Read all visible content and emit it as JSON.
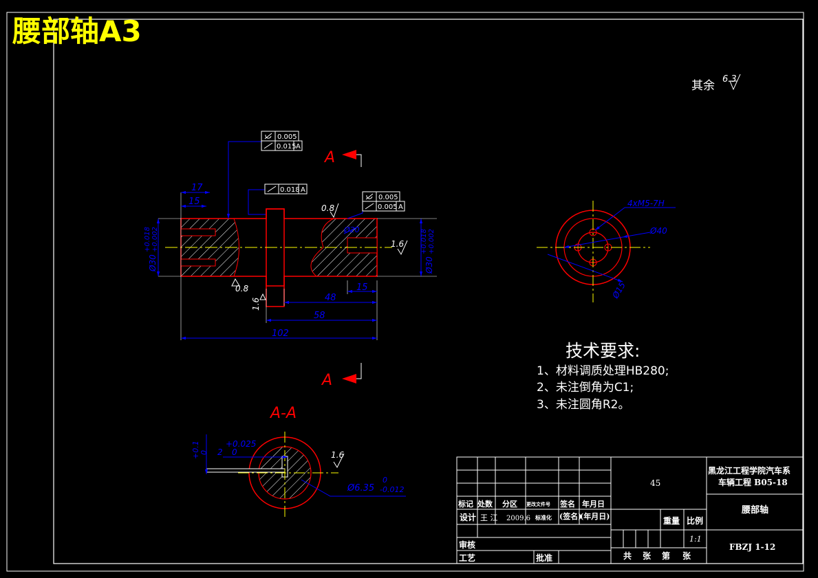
{
  "title": "腰部轴A3",
  "surface_finish_default": {
    "label": "其余",
    "value": "6.3"
  },
  "section_marks": {
    "letter": "A",
    "section_title": "A-A"
  },
  "colors": {
    "outline": "#ff0000",
    "dimension": "#0000ff",
    "text": "#ffffff",
    "center": "#ffff00",
    "title": "#ffff00"
  },
  "tolerances": {
    "left_frame": {
      "row1_value": "0.005",
      "row2_value": "0.015",
      "row2_datum": "A"
    },
    "middle_frame": {
      "value": "0.018",
      "datum": "A"
    },
    "right_frame": {
      "row1_value": "0.005",
      "row2_value": "0.005",
      "row2_datum": "A"
    }
  },
  "dimensions": {
    "d17": "17",
    "d15_left": "15",
    "d48": "48",
    "d58": "58",
    "d102": "102",
    "d15_right": "15",
    "dia_left": "Ø30",
    "dia_left_upper": "+0.018",
    "dia_left_lower": "+0.002",
    "dia_right": "Ø30",
    "dia_right_upper": "+0.018",
    "dia_right_lower": "+0.002",
    "roughness_0_8_top": "0.8",
    "roughness_0_8_bottom": "0.8",
    "roughness_1_6_bottom": "1.6",
    "roughness_1_6_right": "1.6",
    "bore_label": "Ø20"
  },
  "end_view": {
    "thread": "4xM5-7H",
    "dia40": "Ø40",
    "dia15": "Ø15"
  },
  "section_view": {
    "tol_upper": "+0.1",
    "tol_lower": "0",
    "key_upper": "+0.025",
    "key_lower": "0",
    "key_size": "2",
    "roughness": "1.6",
    "pin_dia": "Ø6.35",
    "pin_upper": "0",
    "pin_lower": "-0.012"
  },
  "tech_req": {
    "heading": "技术要求:",
    "items": [
      "1、材料调质处理HB280;",
      "2、未注倒角为C1;",
      "3、未注圆角R2。"
    ]
  },
  "title_block": {
    "material": "45",
    "school": "黑龙江工程学院汽车系",
    "class": "车辆工程 B05-18",
    "part_name": "腰部轴",
    "drawing_no": "FBZJ 1-12",
    "row_labels": [
      "标记",
      "处数",
      "分区",
      "更改文件号",
      "签名",
      "年月日"
    ],
    "design_label": "设计",
    "designer": "王 江",
    "design_date": "2009.6",
    "std_label": "标准化",
    "std_sign": "(签名)",
    "std_date": "(年月日)",
    "weight_label": "重量",
    "scale_label": "比例",
    "scale": "1:1",
    "review_label": "审核",
    "process_label": "工艺",
    "approve_label": "批准",
    "sheets": [
      "共",
      "张",
      "第",
      "张"
    ]
  }
}
